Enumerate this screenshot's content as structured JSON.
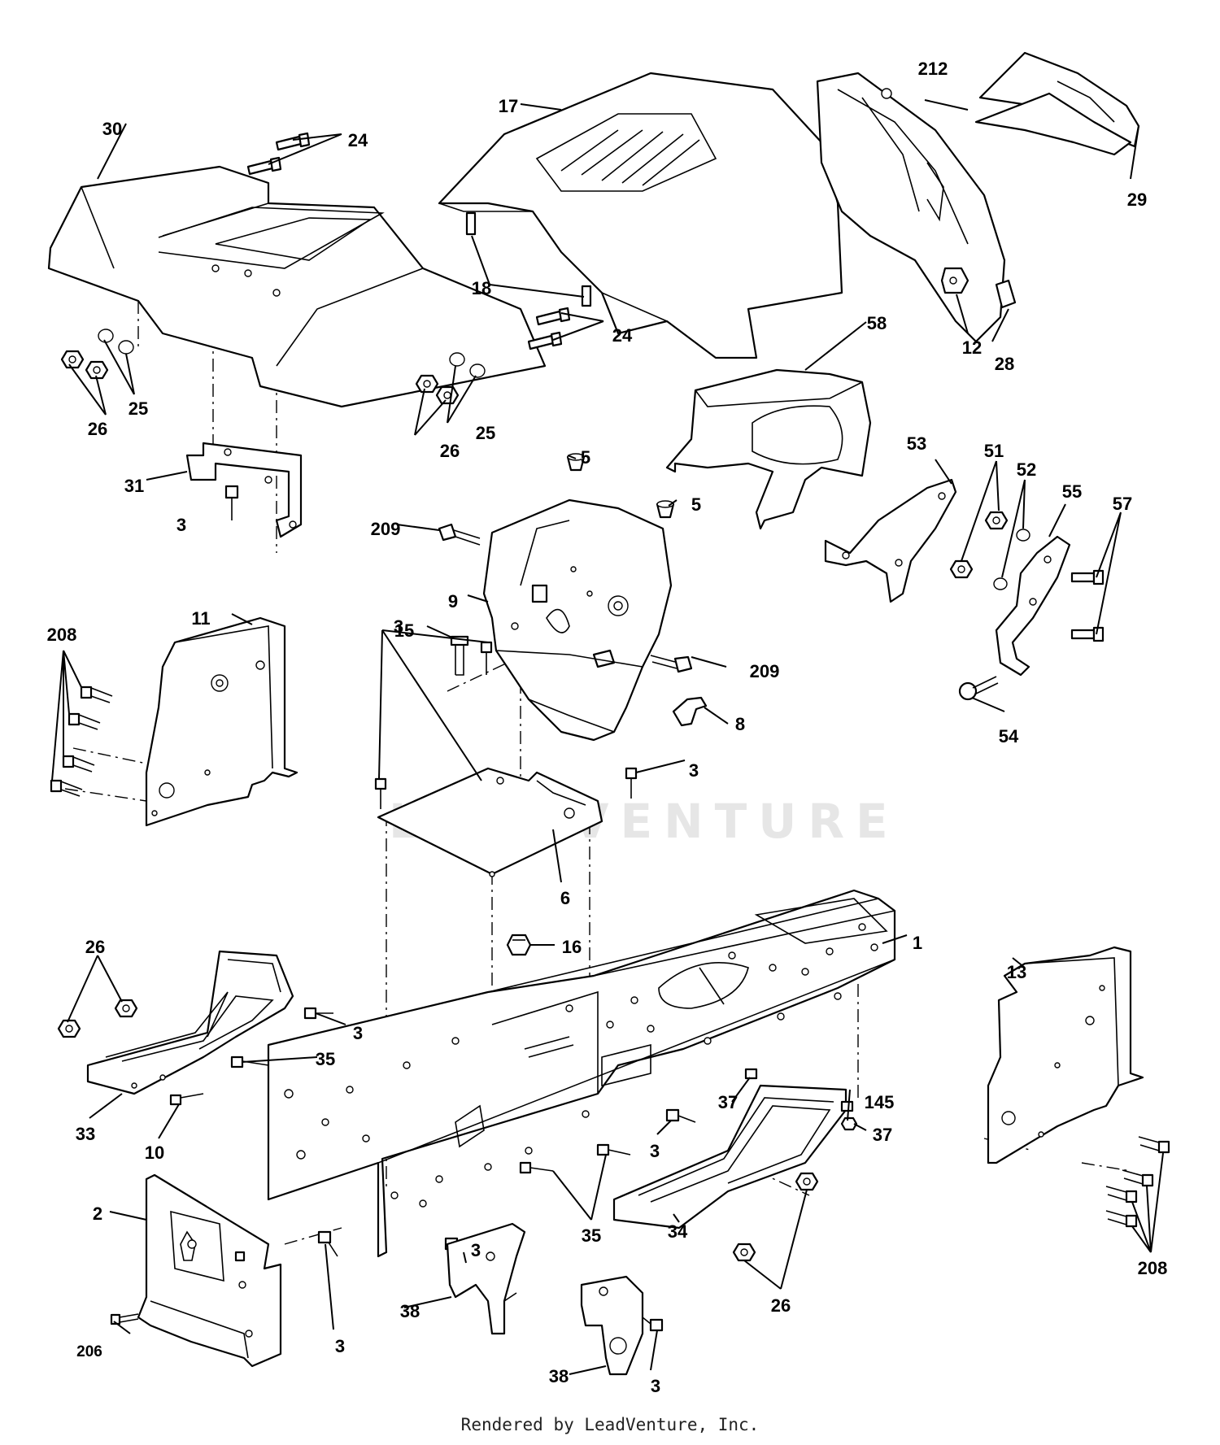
{
  "watermark": "LEADVENTURE",
  "footer": "Rendered by LeadVenture, Inc.",
  "callouts": {
    "c1": "1",
    "c2": "2",
    "c3": "3",
    "c5": "5",
    "c6": "6",
    "c8": "8",
    "c9": "9",
    "c10": "10",
    "c11": "11",
    "c12": "12",
    "c13": "13",
    "c15": "15",
    "c16": "16",
    "c17": "17",
    "c18": "18",
    "c24": "24",
    "c25": "25",
    "c26": "26",
    "c28": "28",
    "c29": "29",
    "c30": "30",
    "c31": "31",
    "c33": "33",
    "c34": "34",
    "c35": "35",
    "c37": "37",
    "c38": "38",
    "c51": "51",
    "c52": "52",
    "c53": "53",
    "c54": "54",
    "c55": "55",
    "c57": "57",
    "c58": "58",
    "c145": "145",
    "c206": "206",
    "c208": "208",
    "c209": "209",
    "c212": "212"
  }
}
